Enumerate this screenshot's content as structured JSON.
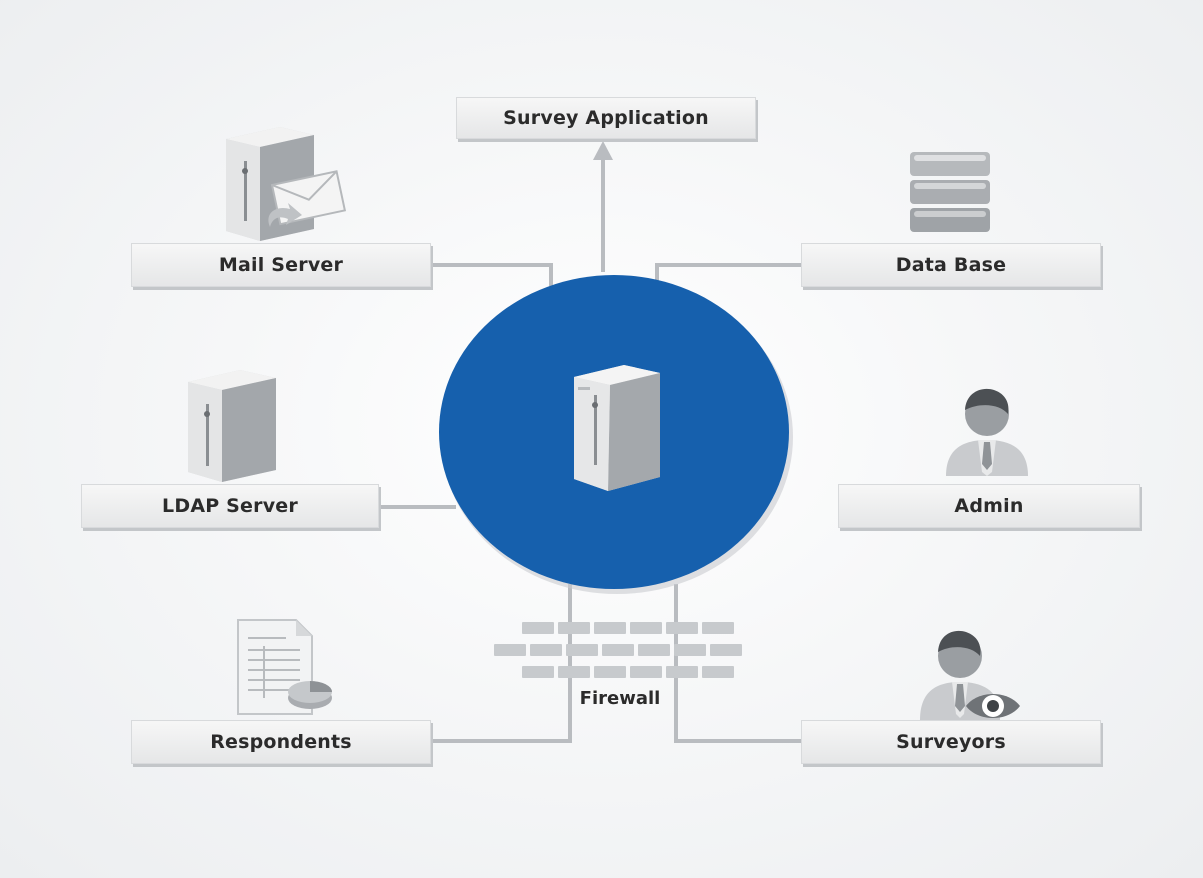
{
  "nodes": {
    "survey_application": "Survey Application",
    "mail_server": "Mail Server",
    "data_base": "Data Base",
    "ldap_server": "LDAP Server",
    "admin": "Admin",
    "respondents": "Respondents",
    "surveyors": "Surveyors"
  },
  "firewall_label": "Firewall",
  "colors": {
    "hub": "#1660ad",
    "connector": "#b9bcc0",
    "brick": "#c7cacd",
    "label_text": "#2b2b2b"
  },
  "icons": {
    "hub": "server-tower-icon",
    "mail_server": "mail-server-icon",
    "data_base": "database-icon",
    "ldap_server": "server-tower-icon",
    "admin": "admin-user-icon",
    "respondents": "document-report-icon",
    "surveyors": "surveyor-eye-icon",
    "firewall": "brick-wall-icon"
  }
}
